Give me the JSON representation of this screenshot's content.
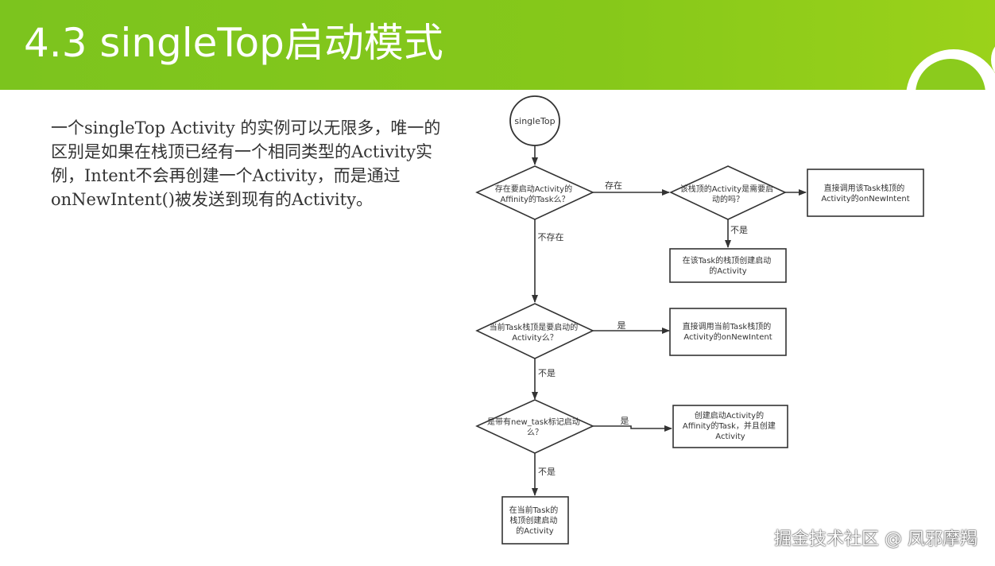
{
  "slide": {
    "title": "4.3 singleTop启动模式",
    "body": "一个singleTop Activity 的实例可以无限多，唯一的区别是如果在栈顶已经有一个相同类型的Activity实例，Intent不会再创建一个Activity，而是通过onNewIntent()被发送到现有的Activity。"
  },
  "flowchart": {
    "start": "singleTop",
    "d1": [
      "存在要启动Activity的",
      "Affinity的Task么？"
    ],
    "d1_yes": "存在",
    "d1_no": "不存在",
    "d2": [
      "该栈顶的Activity是需要启",
      "动的吗？"
    ],
    "d2_no": "不是",
    "b_call_top": [
      "直接调用该Task栈顶的",
      "Activity的onNewIntent"
    ],
    "b_create_top": [
      "在该Task的栈顶创建启动",
      "的Activity"
    ],
    "d3": [
      "当前Task栈顶是要启动的",
      "Activity么？"
    ],
    "d3_yes": "是",
    "d3_no": "不是",
    "b_call_current": [
      "直接调用当前Task栈顶的",
      "Activity的onNewIntent"
    ],
    "d4": [
      "是带有new_task标记启动",
      "么？"
    ],
    "d4_yes": "是",
    "d4_no": "不是",
    "b_create_task": [
      "创建启动Activity的",
      "Affinity的Task，并且创建",
      "Activity"
    ],
    "b_create_current": [
      "在当前Task的",
      "栈顶创建启动",
      "的Activity"
    ]
  },
  "watermark": "掘金技术社区 @ 凤邪摩羯",
  "colors": {
    "header": "#86c81a",
    "stroke": "#333333",
    "text": "#333333"
  }
}
